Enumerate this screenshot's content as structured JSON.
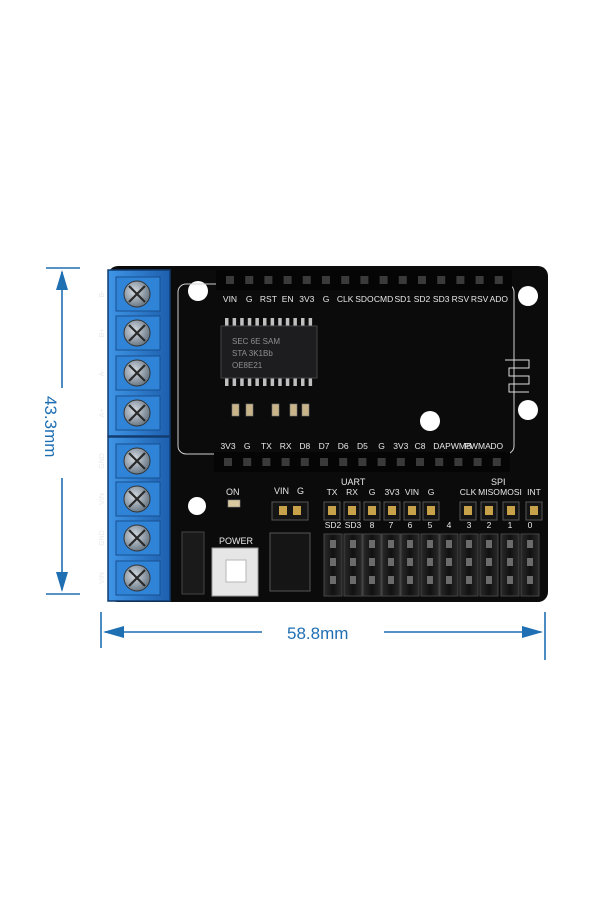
{
  "dimensions": {
    "width_label": "58.8mm",
    "height_label": "43.3mm"
  },
  "board": {
    "top_header_labels": [
      "VIN",
      "G",
      "RST",
      "EN",
      "3V3",
      "G",
      "CLK",
      "SDO",
      "CMD",
      "SD1",
      "SD2",
      "SD3",
      "RSV",
      "RSV",
      "ADO"
    ],
    "bottom_header_labels": [
      "3V3",
      "G",
      "TX",
      "RX",
      "D8",
      "D7",
      "D6",
      "D5",
      "G",
      "3V3",
      "C8",
      "DA",
      "PWMB",
      "PWMA",
      "DO"
    ],
    "chip_lines": [
      "SEC 6E SAM",
      "STA 3K1Bb",
      "OE8E21"
    ],
    "led_label": "ON",
    "switch_label": "POWER",
    "vin_group_labels": [
      "VIN",
      "G"
    ],
    "uart_title": "UART",
    "uart_labels": [
      "TX",
      "RX",
      "G",
      "3V3",
      "VIN",
      "G"
    ],
    "spi_title": "SPI",
    "spi_labels": [
      "CLK",
      "MISO",
      "MOSI",
      "INT"
    ],
    "row_labels": [
      "SD2",
      "SD3",
      "8",
      "7",
      "6",
      "5",
      "4",
      "3",
      "2",
      "1",
      "0"
    ],
    "terminal_side_labels": [
      "B-",
      "B+",
      "A-",
      "A+",
      "GND",
      "VIN",
      "GND",
      "VIN"
    ]
  },
  "colors": {
    "dimension": "#1f6fb3",
    "pcb": "#0b0b0c",
    "terminal": "#2a7fd4",
    "silkscreen": "#e8e8e8"
  }
}
